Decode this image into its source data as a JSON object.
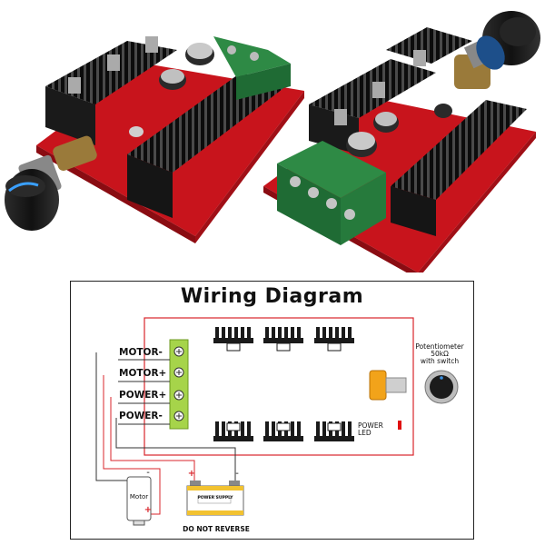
{
  "diagram": {
    "title": "Wiring Diagram",
    "terminals": [
      "MOTOR-",
      "MOTOR+",
      "POWER+",
      "POWER-"
    ],
    "potentiometer": {
      "line1": "Potentiometer",
      "line2": "50kΩ",
      "line3": "with switch"
    },
    "power_led_label": "POWER LED",
    "motor_label": "Motor",
    "motor_minus": "-",
    "motor_plus": "+",
    "battery_label": "POWER SUPPLY",
    "battery_plus": "+",
    "battery_minus": "-",
    "warning": "DO NOT REVERSE",
    "colors": {
      "wire_red": "#d9252b",
      "wire_dark": "#333333",
      "terminal_green": "#a6d44a",
      "pot_gold": "#f2a31a",
      "pcb_red": "#c8141c",
      "heatsink": "#1a1a1a"
    }
  }
}
